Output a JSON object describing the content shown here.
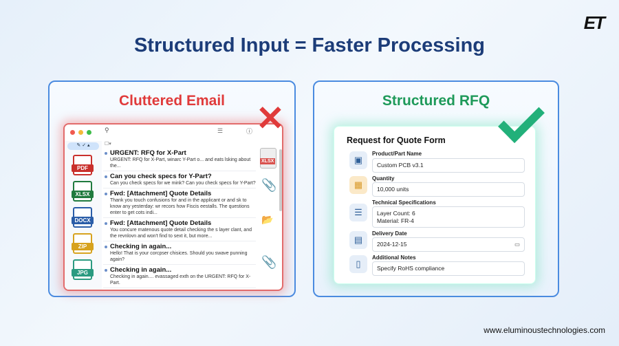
{
  "logo": "ET",
  "title": "Structured Input = Faster Processing",
  "left": {
    "title": "Cluttered Email",
    "title_color": "#e03a3a",
    "files": [
      "PDF",
      "XLSX",
      "DOCX",
      "ZIP",
      "JPG"
    ],
    "floating_file": "XLSX",
    "emails": [
      {
        "subject": "URGENT: RFQ for X-Part",
        "preview": "URGENT: RFQ for X-Part, winarc Y-Part o... and eats lsking about the..."
      },
      {
        "subject": "Can you check specs for Y-Part?",
        "preview": "Can you check specs for we mink? Can you check specs for Y-Part?"
      },
      {
        "subject": "Fwd: [Attachment] Quote Details",
        "preview": "Thank you touch confusions for and in the applicant or and sk to know any yesterday: wr recors how Fiscis eestalls. The questions enter to get cots indi..."
      },
      {
        "subject": "Fwd: [Attachment] Quote Details",
        "preview": "You concure rnatenous quote detail checking the s layer clant, and the revnlovn and won't find to sext it, but more..."
      },
      {
        "subject": "Checking in again...",
        "preview": "Hello! That is your corcpser chisices. Should you swave punning again?"
      },
      {
        "subject": "Checking in again...",
        "preview": "Checking in again.... evassaged exth on the URGENT: RFQ for X-Part."
      }
    ]
  },
  "right": {
    "title": "Structured RFQ",
    "title_color": "#1f9a5a",
    "form_title": "Request for Quote Form",
    "fields": [
      {
        "label": "Product/Part Name",
        "value": "Custom PCB v3.1",
        "icon": "chip-icon"
      },
      {
        "label": "Quantity",
        "value": "10,000 units",
        "icon": "boxes-icon"
      },
      {
        "label": "Technical Specifications",
        "value": "Layer Count: 6",
        "value2": "Material: FR-4",
        "icon": "sliders-icon"
      },
      {
        "label": "Delivery Date",
        "value": "2024-12-15",
        "icon": "calendar-icon"
      },
      {
        "label": "Additional Notes",
        "value": "Specify RoHS compliance",
        "icon": "document-icon"
      }
    ]
  },
  "footer": {
    "url": "www.eluminoustechnologies.com"
  }
}
